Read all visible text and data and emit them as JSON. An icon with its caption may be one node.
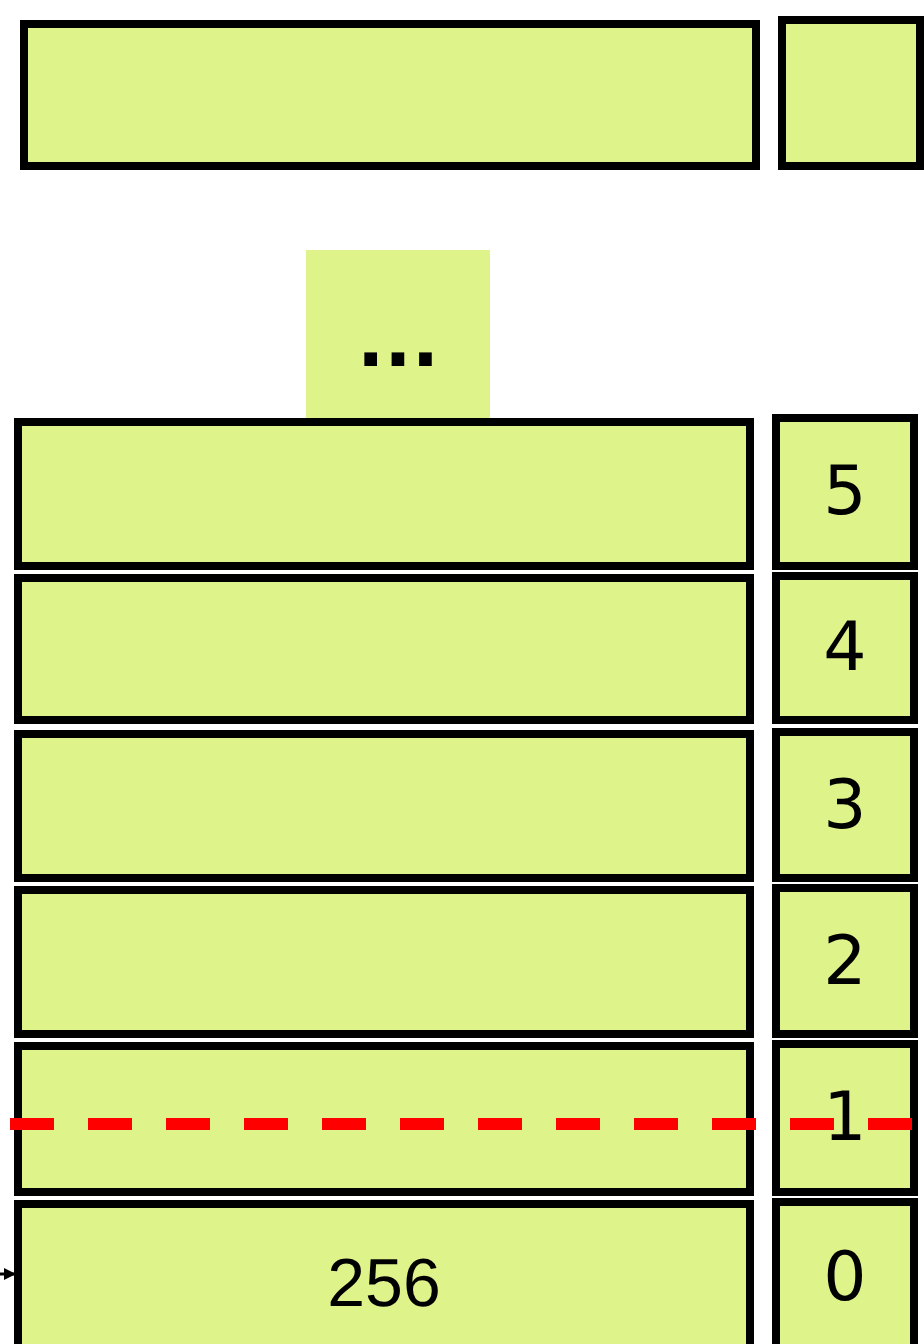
{
  "diagram": {
    "nodes": [
      {
        "text": [],
        "shape": "box"
      },
      {
        "text": [],
        "shape": "box"
      },
      {
        "text": [
          "..."
        ]
      },
      {
        "text": [],
        "shape": "box"
      },
      {
        "text": [
          "5"
        ]
      },
      {
        "text": [],
        "shape": "box"
      },
      {
        "text": [
          "4"
        ]
      },
      {
        "text": [],
        "shape": "box"
      },
      {
        "text": [
          "3"
        ]
      },
      {
        "text": [],
        "shape": "box"
      },
      {
        "text": [
          "2"
        ]
      },
      {
        "text": [],
        "shape": "box"
      },
      {
        "text": [
          "1"
        ]
      },
      {
        "text": [
          "256"
        ]
      },
      {
        "text": [
          "0"
        ]
      }
    ],
    "edges": [
      {
        "from": null,
        "to": 13,
        "arrow": "to"
      }
    ]
  }
}
